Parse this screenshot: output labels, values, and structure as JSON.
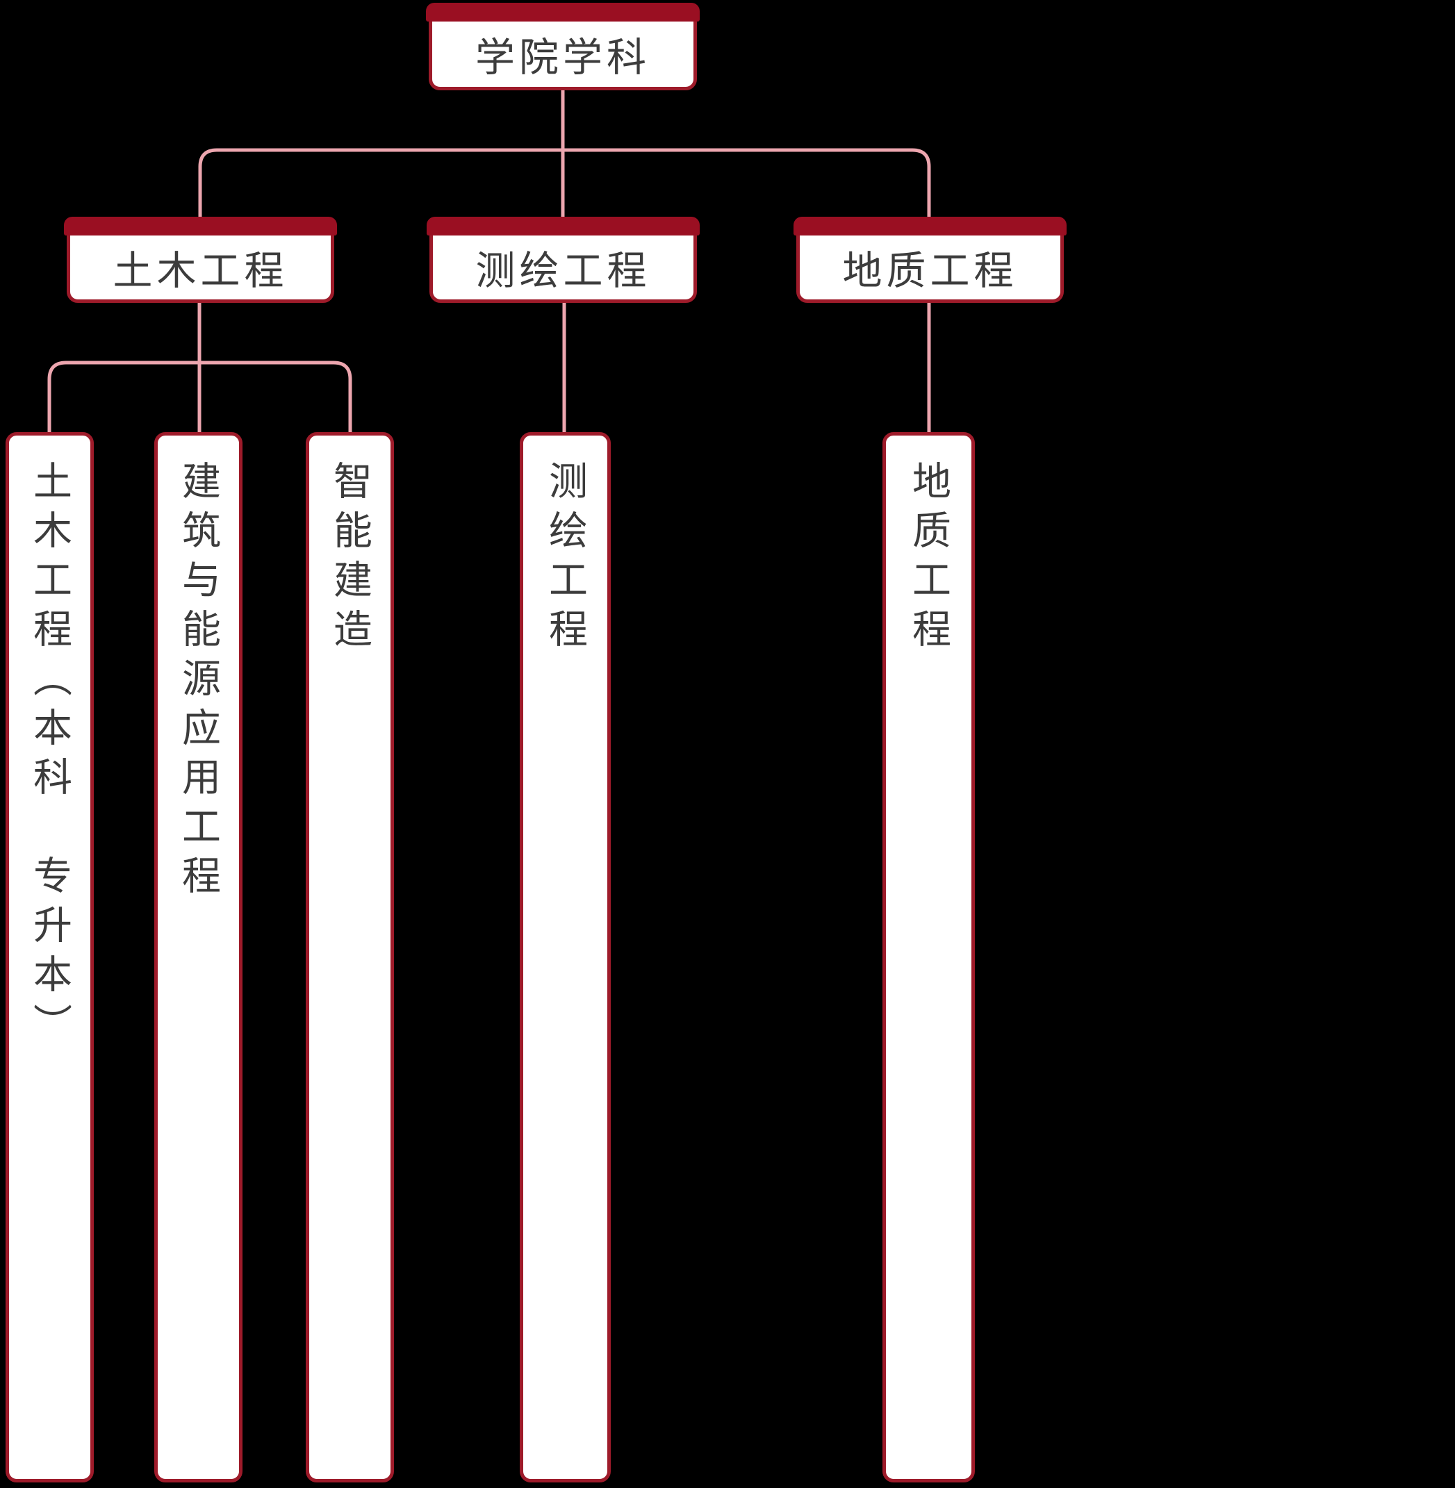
{
  "diagram": {
    "root": {
      "label": "学院学科"
    },
    "branches": [
      {
        "label": "土木工程",
        "children": [
          "土木工程（本科　专升本）",
          "建筑与能源应用工程",
          "智能建造"
        ]
      },
      {
        "label": "测绘工程",
        "children": [
          "测绘工程"
        ]
      },
      {
        "label": "地质工程",
        "children": [
          "地质工程"
        ]
      }
    ],
    "colors": {
      "node_border": "#9E1B2A",
      "node_cap": "#9A0F22",
      "node_fill": "#FFFFFF",
      "connector": "#EDA6AF",
      "text": "#3C3C3C",
      "background": "#000000"
    }
  }
}
